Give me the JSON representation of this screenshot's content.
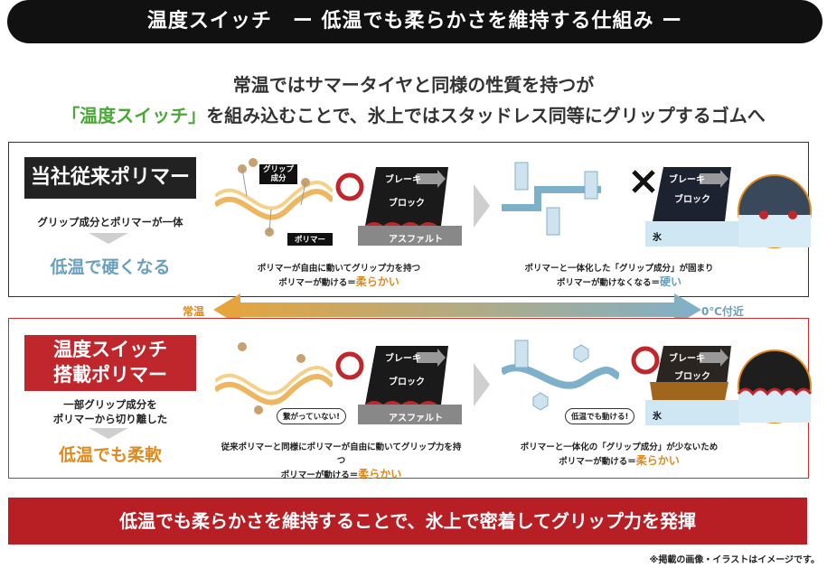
{
  "title": "温度スイッチ　ー 低温でも柔らかさを維持する仕組み ー",
  "headline": {
    "line1": "常温ではサマータイヤと同様の性質を持つが",
    "line2_highlight": "「温度スイッチ」",
    "line2_rest": "を組み込むことで、氷上ではスタッドレス同等にグリップするゴムへ"
  },
  "top_panel": {
    "label": "当社従来ポリマー",
    "desc": "グリップ成分とポリマーが一体",
    "result": "低温で硬くなる",
    "tag_grip": "グリップ\n成分",
    "tag_polymer": "ポリマー",
    "left_caption_line1": "ポリマーが自由に動いてグリップ力を持つ",
    "left_caption_line2": "ポリマーが動ける＝",
    "left_caption_em": "柔らかい",
    "right_caption_line1": "ポリマーと一体化した「グリップ成分」が固まり",
    "right_caption_line2": "ポリマーが動けなくなる＝",
    "right_caption_em": "硬い",
    "block_brake": "ブレーキ",
    "block_block": "ブロック",
    "ground_asphalt": "アスファルト",
    "ground_ice": "氷"
  },
  "arrow": {
    "left_label": "常温",
    "right_label": "0℃付近"
  },
  "bottom_panel": {
    "label_line1": "温度スイッチ",
    "label_line2": "搭載ポリマー",
    "desc_line1": "一部グリップ成分を",
    "desc_line2": "ポリマーから切り離した",
    "result": "低温でも柔軟",
    "bubble_left": "繋がっていない!",
    "bubble_right": "低温でも動ける!",
    "left_caption_line1": "従来ポリマーと同様にポリマーが自由に動いてグリップ力を持つ",
    "left_caption_line2": "ポリマーが動ける＝",
    "left_caption_em": "柔らかい",
    "right_caption_line1": "ポリマーと一体化の「グリップ成分」が少ないため",
    "right_caption_line2": "ポリマーが動ける＝",
    "right_caption_em": "柔らかい",
    "block_brake": "ブレーキ",
    "block_block": "ブロック",
    "ground_asphalt": "アスファルト",
    "ground_ice": "氷"
  },
  "bottom_banner": "低温でも柔らかさを維持することで、氷上で密着してグリップ力を発揮",
  "note": "※掲載の画像・イラストはイメージです。",
  "colors": {
    "red": "#c0272d",
    "orange": "#e08a1e",
    "blue": "#6a9fbc",
    "green": "#4aa836",
    "dark": "#111111"
  }
}
